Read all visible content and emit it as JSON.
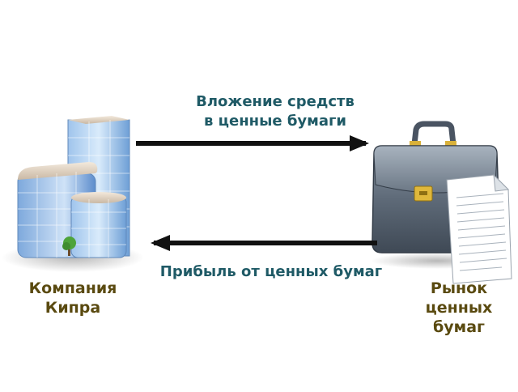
{
  "diagram": {
    "nodes": {
      "company": {
        "label_line1": "Компания",
        "label_line2": "Кипра",
        "icon": "office-building-icon"
      },
      "market": {
        "label_line1": "Рынок",
        "label_line2": "ценных",
        "label_line3": "бумаг",
        "icon": "briefcase-with-document-icon"
      }
    },
    "edges": {
      "investment": {
        "label_line1": "Вложение средств",
        "label_line2": "в ценные бумаги",
        "from": "company",
        "to": "market"
      },
      "profit": {
        "label": "Прибыль от ценных бумаг",
        "from": "market",
        "to": "company"
      }
    }
  },
  "colors": {
    "edge_label": "#1f5a66",
    "node_label": "#5a4a10",
    "arrow": "#111111"
  }
}
